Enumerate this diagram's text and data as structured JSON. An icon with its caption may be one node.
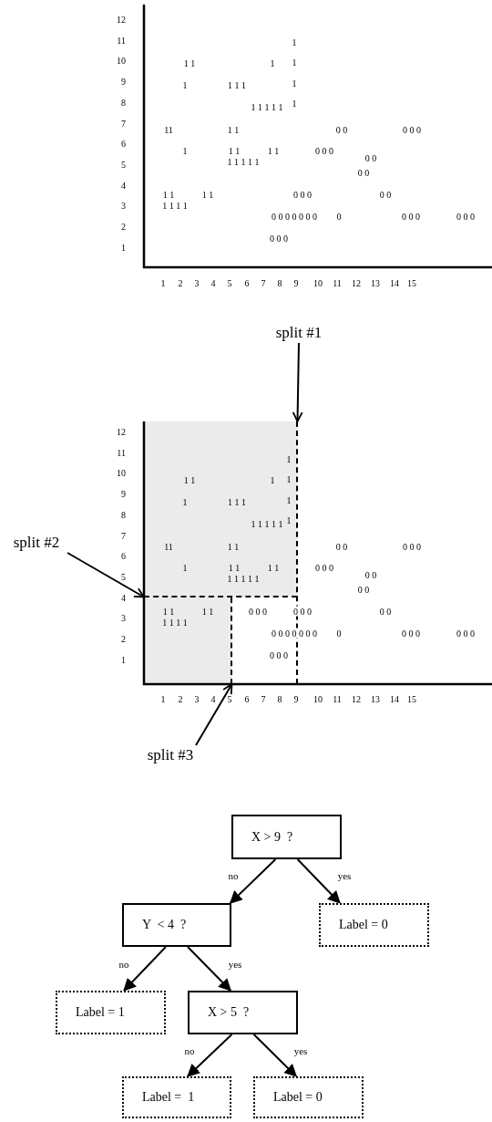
{
  "diagram": {
    "nodes": [
      {
        "text": [
          "split #1"
        ]
      },
      {
        "text": [],
        "shape": "line"
      },
      {
        "text": [
          "split #2"
        ]
      },
      {
        "text": [],
        "shape": "line"
      },
      {
        "text": [],
        "shape": "line"
      },
      {
        "text": [
          "split #3"
        ]
      },
      {
        "text": [
          "X > 9  ?"
        ]
      },
      {
        "text": [
          "Y  < 4  ?"
        ]
      },
      {
        "text": [
          "Label = 0"
        ]
      },
      {
        "text": [
          "Label = 1"
        ]
      },
      {
        "text": [
          "X > 5  ?"
        ]
      },
      {
        "text": [
          "Label =  1"
        ]
      },
      {
        "text": [
          "Label = 0"
        ]
      }
    ],
    "edges": [
      {
        "from": 0,
        "to": 1,
        "arrow": "to"
      },
      {
        "from": 2,
        "to": 3,
        "arrow": "to"
      },
      {
        "from": 5,
        "to": 4,
        "arrow": "to"
      },
      {
        "from": 6,
        "to": 7,
        "arrow": "to",
        "label": "no"
      },
      {
        "from": 6,
        "to": 8,
        "arrow": "to",
        "label": "yes"
      },
      {
        "from": 7,
        "to": 9,
        "arrow": "to",
        "label": "no"
      },
      {
        "from": 7,
        "to": 10,
        "arrow": "to",
        "label": "yes"
      },
      {
        "from": 10,
        "to": 11,
        "arrow": "to",
        "label": "no"
      },
      {
        "from": 10,
        "to": 12,
        "arrow": "to",
        "label": "yes"
      }
    ],
    "labels": [
      "12",
      "11",
      "10",
      "9",
      "8",
      "7",
      "6",
      "5",
      "4",
      "3",
      "2",
      "1",
      "1",
      "2",
      "3",
      "4",
      "5",
      "6",
      "7",
      "8",
      "9",
      "10",
      "11",
      "12",
      "13",
      "14",
      "15",
      "1",
      "1 1",
      "1",
      "1",
      "1",
      "1 1 1",
      "1",
      "1 1 1 1 1",
      "1",
      "11",
      "1 1",
      "0 0",
      "0 0 0",
      "1",
      "1 1",
      "1 1",
      "0 0 0",
      "0 0",
      "1 1 1 1 1",
      "0 0",
      "1 1",
      "1 1",
      "0 0 0",
      "0 0",
      "1 1 1 1",
      "0 0 0 0 0 0 0",
      "0",
      "0 0 0",
      "0 0 0",
      "0 0 0",
      "12",
      "11",
      "10",
      "9",
      "8",
      "7",
      "6",
      "5",
      "4",
      "3",
      "2",
      "1",
      "1",
      "2",
      "3",
      "4",
      "5",
      "6",
      "7",
      "8",
      "9",
      "10",
      "11",
      "12",
      "13",
      "14",
      "15",
      "1",
      "1 1",
      "1",
      "1",
      "1",
      "1 1 1",
      "1",
      "1 1 1 1 1",
      "1",
      "11",
      "1 1",
      "0 0",
      "0 0 0",
      "1",
      "1 1",
      "1 1",
      "0 0 0",
      "0 0",
      "1 1 1 1 1",
      "0 0",
      "1 1",
      "1 1",
      "0 0 0",
      "0 0 0",
      "0 0",
      "1 1 1 1",
      "0 0 0 0 0 0 0",
      "0",
      "0 0 0",
      "0 0 0",
      "0 0 0"
    ]
  }
}
